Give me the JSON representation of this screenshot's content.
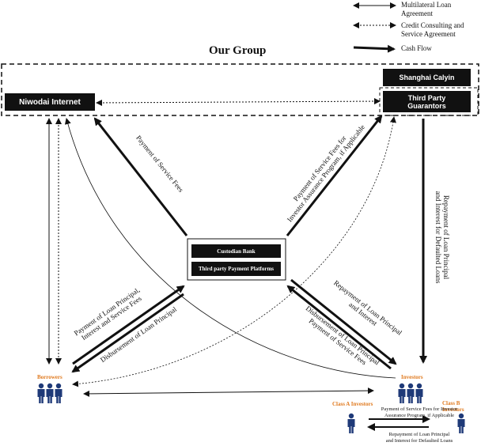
{
  "legend": {
    "multilateral": "Multilateral Loan Agreement",
    "consulting": "Credit Consulting and Service Agreement",
    "cashflow": "Cash Flow"
  },
  "group_title": "Our Group",
  "nodes": {
    "niwodai": "Niwodai Internet",
    "calyin": "Shanghai Calyin",
    "guarantors_line1": "Third Party",
    "guarantors_line2": "Guarantors",
    "custodian": "Custodian Bank",
    "platforms": "Third party Payment Platforms"
  },
  "people": {
    "borrowers": "Borrowers",
    "investors": "Investors",
    "class_a": "Class A Investors",
    "class_b": "Class B Investors"
  },
  "flows": {
    "service_fees": "Payment of Service Fees",
    "assurance_1": "Payment of Service Fees for",
    "assurance_2": "Investor Assurance Program, if Applicable",
    "repay_defaulted_1": "Repayment of Loan Principal",
    "repay_defaulted_2": "and Interest for Defaulted Loans",
    "borrower_pay_1": "Payment of Loan Principal,",
    "borrower_pay_2": "Interest and Service Fees",
    "disbursement_borrower": "Disbursement of Loan Principal",
    "repay_investor_1": "Repayment of Loan Principal",
    "repay_investor_2": "and Interest",
    "disb_investor_1": "Disbursement of Loan Principal",
    "disb_investor_2": "Payment of Service Fees",
    "class_fees_1": "Payment of Service Fees for Investor",
    "class_fees_2": "Assurance Program, if Applicable",
    "class_repay_1": "Repayment of Loan Principal",
    "class_repay_2": "and Interest for Defaulted Loans"
  }
}
